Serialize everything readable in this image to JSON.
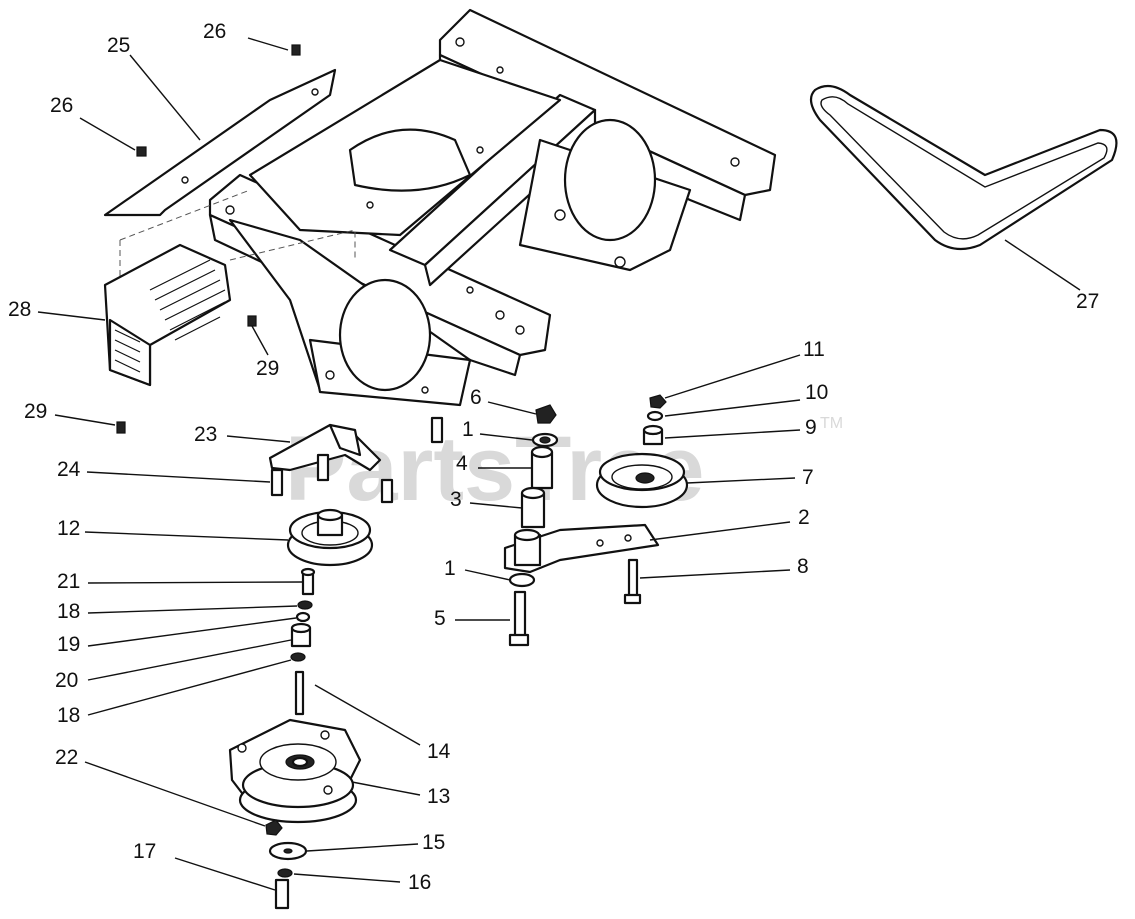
{
  "watermark": {
    "text": "PartsTree",
    "trademark": "TM"
  },
  "callouts": [
    {
      "label": "26"
    },
    {
      "label": "25"
    },
    {
      "label": "26"
    },
    {
      "label": "27"
    },
    {
      "label": "28"
    },
    {
      "label": "29"
    },
    {
      "label": "29"
    },
    {
      "label": "11"
    },
    {
      "label": "10"
    },
    {
      "label": "9"
    },
    {
      "label": "7"
    },
    {
      "label": "6"
    },
    {
      "label": "1"
    },
    {
      "label": "4"
    },
    {
      "label": "3"
    },
    {
      "label": "2"
    },
    {
      "label": "23"
    },
    {
      "label": "24"
    },
    {
      "label": "12"
    },
    {
      "label": "21"
    },
    {
      "label": "18"
    },
    {
      "label": "19"
    },
    {
      "label": "20"
    },
    {
      "label": "18"
    },
    {
      "label": "1"
    },
    {
      "label": "5"
    },
    {
      "label": "8"
    },
    {
      "label": "14"
    },
    {
      "label": "13"
    },
    {
      "label": "22"
    },
    {
      "label": "15"
    },
    {
      "label": "17"
    },
    {
      "label": "16"
    }
  ],
  "colors": {
    "line": "#111111",
    "watermark": "#d9d9d9",
    "background": "#ffffff"
  }
}
